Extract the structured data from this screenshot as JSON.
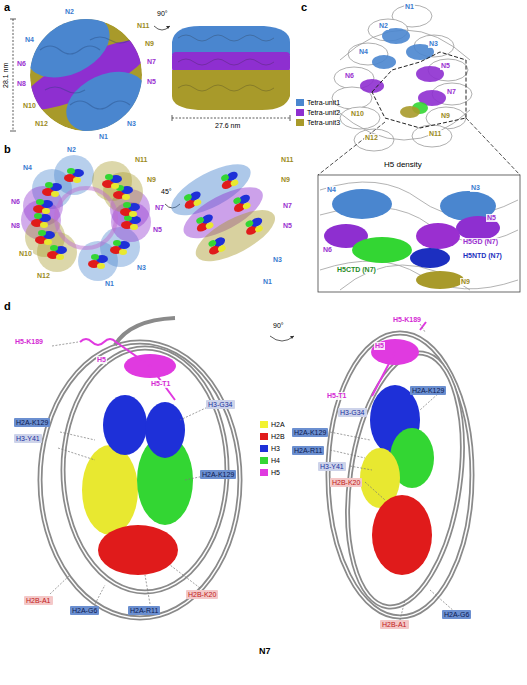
{
  "diagram": {
    "nodes": [
      {
        "text": [
          "H3-G34"
        ]
      },
      {
        "text": [
          "H2A-K129"
        ]
      },
      {
        "text": [
          "H3-Y41"
        ]
      },
      {
        "text": [
          "H2A-K129"
        ]
      },
      {
        "text": [
          "H2B-A1"
        ]
      },
      {
        "text": [
          "H2A-G6"
        ]
      },
      {
        "text": [
          "H2A-R11"
        ]
      },
      {
        "text": [
          "H2B-K20"
        ]
      },
      {
        "text": [
          "H2A-K129"
        ]
      },
      {
        "text": [
          "H3-G34"
        ]
      },
      {
        "text": [
          "H2A-K129"
        ]
      },
      {
        "text": [
          "H2A-R11"
        ]
      },
      {
        "text": [
          "H3-Y41"
        ]
      },
      {
        "text": [
          "H2B-K20"
        ]
      },
      {
        "text": [
          "H2A-G6"
        ]
      },
      {
        "text": [
          "H2B-A1"
        ]
      }
    ],
    "labels": [
      "a",
      "N2",
      "N4",
      "N6",
      "N8",
      "N10",
      "N12",
      "N11",
      "N9",
      "N7",
      "N5",
      "N3",
      "N1",
      "28.1 nm",
      "90°",
      "27.6 nm",
      "b",
      "N2",
      "N4",
      "N6",
      "N8",
      "N10",
      "N12",
      "N11",
      "N9",
      "N7",
      "N5",
      "N3",
      "N1",
      "45°",
      "N11",
      "N9",
      "N7",
      "N5",
      "N3",
      "N1",
      "c",
      "N1",
      "N2",
      "N3",
      "N4",
      "N5",
      "N6",
      "N7",
      "N9",
      "N10",
      "N11",
      "N12",
      "H5 density",
      "N4",
      "N3",
      "N5",
      "N6",
      "H5GD (N7)",
      "H5CTD (N7)",
      "H5NTD (N7)",
      "N9",
      "d",
      "H5-K189",
      "H5",
      "H5-T1",
      "90°",
      "H5-K189",
      "H5",
      "H5-T1",
      "N7"
    ],
    "legend": [
      {
        "text": "Tetra-unit1",
        "color": "#4a86cf"
      },
      {
        "text": "Tetra-unit2",
        "color": "#8e2fd0"
      },
      {
        "text": "Tetra-unit3",
        "color": "#a89a2a"
      },
      {
        "text": "H2A",
        "color": "#f2f230"
      },
      {
        "text": "H2B",
        "color": "#e01b1b"
      },
      {
        "text": "H3",
        "color": "#1e30d8"
      },
      {
        "text": "H4",
        "color": "#33d633"
      },
      {
        "text": "H5",
        "color": "#e03ae0"
      }
    ]
  }
}
